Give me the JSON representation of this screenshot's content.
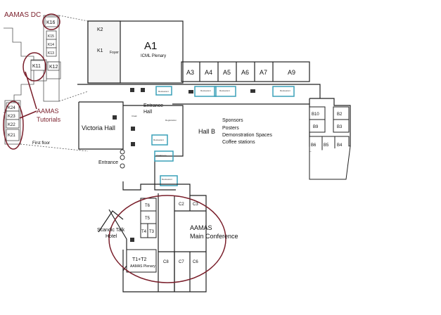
{
  "annotations": {
    "aamas_dc": "AAMAS DC",
    "aamas_tutorials_line1": "AAMAS",
    "aamas_tutorials_line2": "Tutorials",
    "first_floor": "First floor"
  },
  "rooms": {
    "k16": "K16",
    "k15": "K15",
    "k14": "K14",
    "k13": "K13",
    "k11": "K11",
    "k12": "K12",
    "k24": "K24",
    "k23": "K23",
    "k22": "K22",
    "k21": "K21",
    "k2": "K2",
    "k1": "K1",
    "foyer": "Foyer",
    "a1": "A1",
    "a1_sub": "ICML Plenary",
    "a3": "A3",
    "a4": "A4",
    "a5": "A5",
    "a6": "A6",
    "a7": "A7",
    "a9": "A9",
    "victoria_hall": "Victoria Hall",
    "entrance_hall_1": "Entrance",
    "entrance_hall_2": "Hall",
    "entrance": "Entrance",
    "hall_b": "Hall B",
    "b10": "B10",
    "b9": "B9",
    "b2": "B2",
    "b3": "B3",
    "b6": "B6",
    "b5": "B5",
    "b4": "B4",
    "t6": "T6",
    "t5": "T5",
    "t4": "T4",
    "t3": "T3",
    "t1t2": "T1+T2",
    "t1t2_sub": "AAMAS Plenary",
    "c2": "C2",
    "c3": "C3",
    "c8": "C8",
    "c7": "C7",
    "c6": "C6",
    "scandic_1": "Scandic Talk",
    "scandic_2": "Hotel",
    "aamas_main_1": "AAMAS",
    "aamas_main_2": "Main Conference"
  },
  "hall_b_uses": [
    "Sponsors",
    "Posters",
    "Demonstration Spaces",
    "Coffee stations"
  ],
  "small_labels": {
    "restaurant_1": "Restaurant",
    "restaurant_2": "Restaurant",
    "restaurant_3": "Restaurant",
    "restaurant_4": "Restaurant",
    "restaurant_5": "Restaurant",
    "restaurant_6": "Restaurant",
    "cloak": "Cloak",
    "cloakroom": "Cloakroom",
    "registration": "Registration"
  },
  "colors": {
    "annotation": "#7a1f2b",
    "highlight": "#3aa0b8",
    "wall": "#222222",
    "fill": "#e6e6e6"
  }
}
